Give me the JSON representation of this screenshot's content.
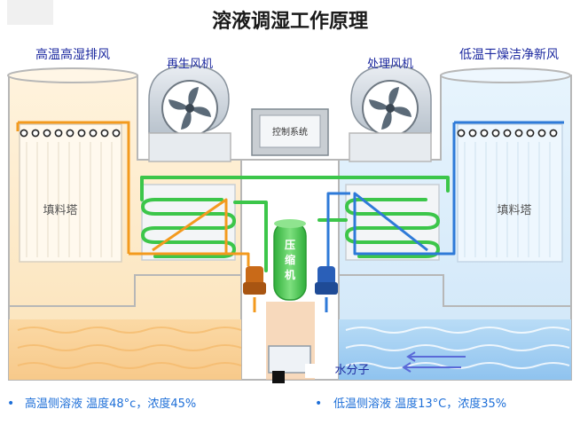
{
  "title": "溶液调湿工作原理",
  "labels": {
    "exhaust": "高温高湿排风",
    "regen_fan": "再生风机",
    "process_fan": "处理风机",
    "supply": "低温干燥洁净新风",
    "control": "控制系统",
    "tower_left": "填料塔",
    "tower_right": "填料塔",
    "compressor": [
      "压",
      "缩",
      "机"
    ],
    "water": "水分子"
  },
  "legend": [
    {
      "bullet": "•",
      "text": "高温侧溶液  温度48°c，浓度45%",
      "color": "#1e6fd8"
    },
    {
      "bullet": "•",
      "text": "低温侧溶液  温度13°C，浓度35%",
      "color": "#1e6fd8"
    }
  ],
  "colors": {
    "hot_side": "#fde7c3",
    "cold_side": "#d6ecfb",
    "hot_pipe": "#f39a1e",
    "cold_pipe": "#2e7ad8",
    "refrigerant": "#3cc64a",
    "title": "#1a1a1a",
    "blue_text": "#1d2aa0"
  },
  "icons": [
    "fan-icon",
    "fan-icon",
    "arrow-left-icon"
  ]
}
